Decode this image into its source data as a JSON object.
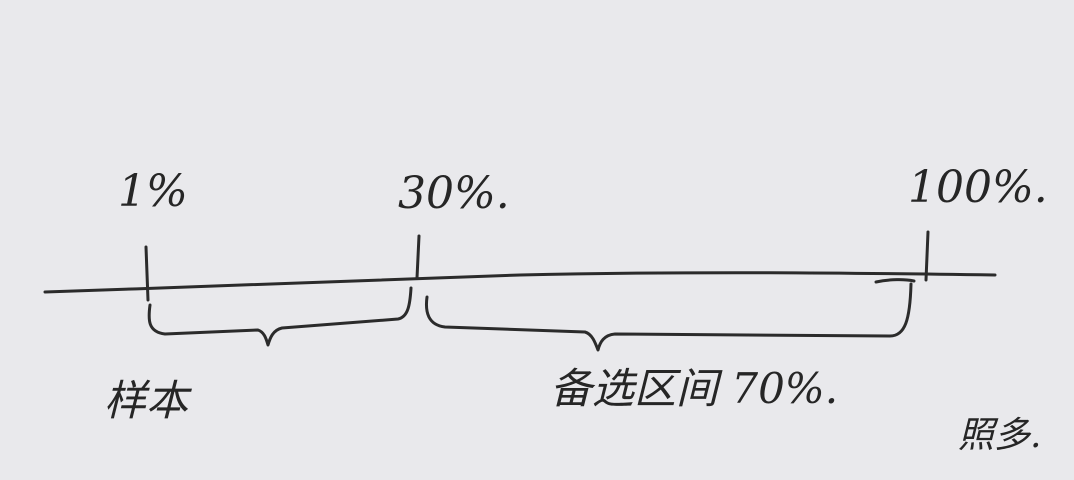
{
  "diagram": {
    "ticks": [
      {
        "id": "1",
        "label": "1%"
      },
      {
        "id": "30",
        "label": "30%."
      },
      {
        "id": "100",
        "label": "100%."
      }
    ],
    "regions": [
      {
        "id": "left",
        "label": "样本"
      },
      {
        "id": "right",
        "label": "备选区间 70%."
      }
    ],
    "signature": "照多."
  },
  "colors": {
    "paper": "#e9e9ec",
    "ink": "#2b2b2b"
  }
}
